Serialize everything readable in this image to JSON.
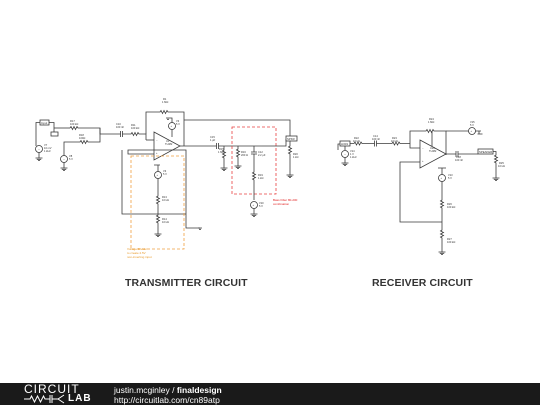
{
  "titles": {
    "transmitter": "TRANSMITTER CIRCUIT",
    "receiver": "RECEIVER CIRCUIT"
  },
  "notes": {
    "orange": [
      "Voltage Divider",
      "to create 2.5V",
      "non-inverting input"
    ],
    "red": [
      "Bass Filter 80-200",
      "combination"
    ]
  },
  "labels": {
    "tx_input": "Input",
    "tx_speaker": "SPKR",
    "rx_input": "LDR1",
    "rx_speaker": "SPEAKER",
    "r1": [
      "R1",
      "1 MΩ"
    ],
    "r_in1": [
      "R17",
      "100 kΩ"
    ],
    "r_in2": [
      "R18",
      "100Ω"
    ],
    "c_in": [
      "C10",
      "100 nF"
    ],
    "r_inv": [
      "R11",
      "100 kΩ"
    ],
    "opamp_tx": [
      "U1",
      "TL082"
    ],
    "vdc_tx": [
      "V8",
      "5 V"
    ],
    "v_sig": [
      "V7",
      "10 mV",
      "1 kHz"
    ],
    "v_bias": [
      "V3",
      "5 V"
    ],
    "r_div1": [
      "R13",
      "10 kΩ"
    ],
    "r_div2": [
      "R14",
      "10 kΩ"
    ],
    "c_out": [
      "C15",
      "1 µF"
    ],
    "r_out": [
      "R15",
      "1 MΩ"
    ],
    "r_led": [
      "R16",
      "200 Ω"
    ],
    "c_filter": [
      "C12",
      "2.2 µF"
    ],
    "r_filter": [
      "R19",
      "1 kΩ"
    ],
    "v_led": [
      "V10",
      "5 V"
    ],
    "r_spkr": [
      "R20",
      "1 kΩ"
    ],
    "v_rx_sig": [
      "V14",
      "1 V",
      "1 kHz"
    ],
    "r_rx_in": [
      "R22",
      "10 kΩ"
    ],
    "c_rx_in": [
      "C14",
      "100 nF"
    ],
    "r_rx_in2": [
      "R23",
      "10 kΩ"
    ],
    "r_rx_fb": [
      "R24",
      "1 MΩ"
    ],
    "v_rx_dc": [
      "V15",
      "5 V"
    ],
    "opamp_rx": [
      "U20",
      "TL082"
    ],
    "c_rx_out": [
      "C18",
      "100 nF"
    ],
    "r_rx_spk": [
      "R25",
      "10 kΩ"
    ],
    "v_rx_bias": [
      "V13",
      "5 V"
    ],
    "r_rx_div1": [
      "R26",
      "100 kΩ"
    ],
    "r_rx_div2": [
      "R27",
      "100 kΩ"
    ]
  },
  "footer": {
    "brand_top": "CIRCUIT",
    "brand_bottom": "LAB",
    "author": "justin.mcginley",
    "separator": " / ",
    "project": "finaldesign",
    "url": "http://circuitlab.com/cn89atp"
  }
}
